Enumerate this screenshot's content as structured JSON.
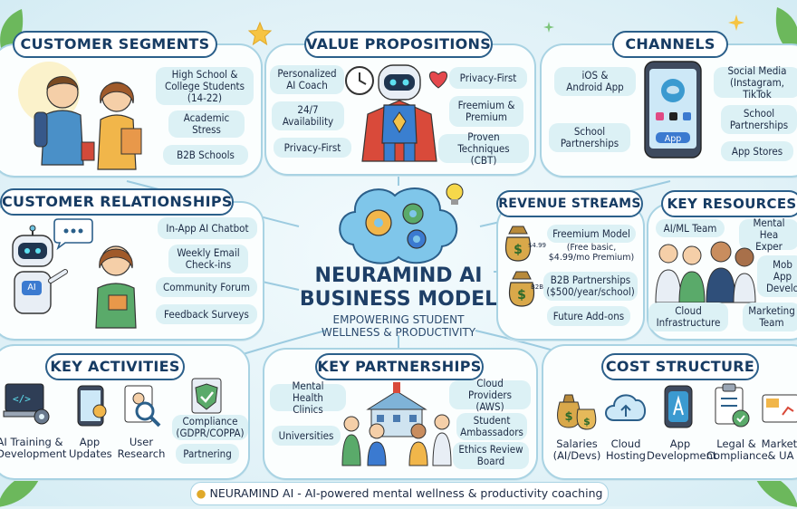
{
  "center": {
    "title": "NEURAMIND AI\nBUSINESS MODEL",
    "subtitle": "EMPOWERING STUDENT\nWELLNESS & PRODUCTIVITY"
  },
  "customer_segments": {
    "title": "CUSTOMER SEGMENTS",
    "items": [
      "High School &\nCollege Students\n(14-22)",
      "Academic\nStress",
      "B2B Schools"
    ]
  },
  "value_propositions": {
    "title": "VALUE PROPOSITIONS",
    "left": [
      "Personalized\nAI Coach",
      "24/7\nAvailability",
      "Privacy-First"
    ],
    "right": [
      "Privacy-First",
      "Freemium &\nPremium",
      "Proven\nTechniques (CBT)"
    ]
  },
  "channels": {
    "title": "CHANNELS",
    "left": [
      "iOS &\nAndroid App",
      "School\nPartnerships"
    ],
    "right": [
      "Social Media\n(Instagram, TikTok",
      "School\nPartnerships",
      "App Stores"
    ],
    "phone_button": "App"
  },
  "customer_relationships": {
    "title": "CUSTOMER RELATIONSHIPS",
    "items": [
      "In-App AI Chatbot",
      "Weekly Email\nCheck-ins",
      "Community Forum",
      "Feedback Surveys"
    ],
    "robot_badge": "AI"
  },
  "revenue_streams": {
    "title": "REVENUE STREAMS",
    "items": [
      "Freemium Model",
      "(Free basic,\n$4.99/mo Premium)",
      "B2B Partnerships\n($500/year/school)",
      "Future Add-ons"
    ],
    "bag_tags": [
      "$4.99",
      "B2B"
    ]
  },
  "key_resources": {
    "title": "KEY RESOURCES",
    "items": [
      "AI/ML Team",
      "Mental Hea\nExper",
      "Mob\nApp\nDevelo",
      "Cloud\nInfrastructure",
      "Marketing\nTeam"
    ]
  },
  "key_activities": {
    "title": "KEY ACTIVITIES",
    "items": [
      "AI Training &\nDevelopment",
      "App\nUpdates",
      "User\nResearch",
      "Compliance\n(GDPR/COPPA)",
      "Partnering"
    ]
  },
  "key_partnerships": {
    "title": "KEY PARTNERSHIPS",
    "left": [
      "Mental Health\nClinics",
      "Universities"
    ],
    "right": [
      "Cloud Providers\n(AWS)",
      "Student\nAmbassadors",
      "Ethics Review\nBoard"
    ]
  },
  "cost_structure": {
    "title": "COST STRUCTURE",
    "items": [
      "Salaries\n(AI/Devs)",
      "Cloud\nHosting",
      "App\nDevelopment",
      "Legal &\nCompliance",
      "Marketi\n& UA"
    ]
  },
  "footer": {
    "text": "NEURAMIND AI - AI-powered mental wellness & productivity coaching"
  },
  "colors": {
    "header_border": "#2b5f8a",
    "panel_border": "#a9d3e3",
    "chip_fill": "#dcf1f5",
    "background": "#e2f3f8"
  }
}
